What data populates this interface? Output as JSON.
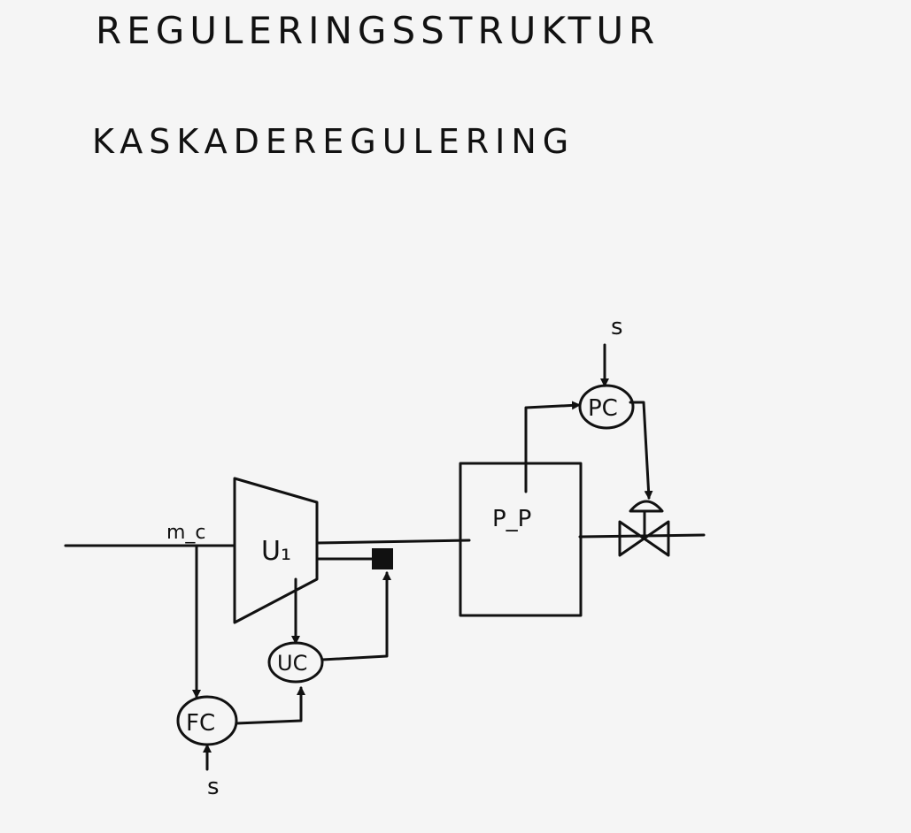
{
  "titles": {
    "heading": "REGULERINGSSTRUKTUR",
    "subheading": "KASKADEREGULERING"
  },
  "diagram": {
    "flow_label": "m_c",
    "compressor_label": "U₁",
    "tank_label": "P_P",
    "controllers": {
      "fc": "FC",
      "uc": "UC",
      "pc": "PC"
    },
    "setpoints": {
      "fc": "s",
      "pc": "s"
    }
  },
  "colors": {
    "ink": "#111111",
    "paper": "#f5f5f5"
  }
}
